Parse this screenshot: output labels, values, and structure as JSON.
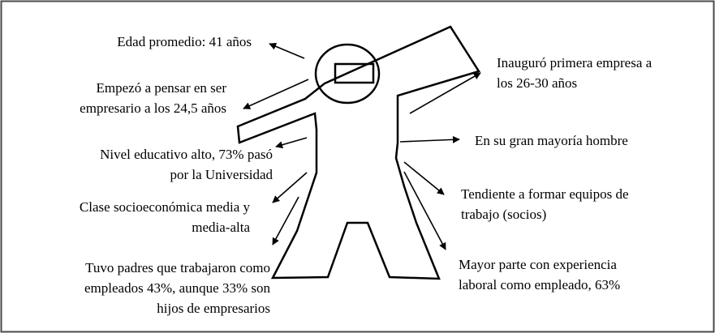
{
  "labels": {
    "edad": "Edad promedio: 41 años",
    "pensar": [
      "Empezó a pensar en ser",
      "empresario a los 24,5 años"
    ],
    "nivel": [
      "Nivel educativo alto, 73% pasó",
      "por la Universidad"
    ],
    "clase": [
      "Clase socioeconómica media y",
      "media-alta"
    ],
    "padres": [
      "Tuvo padres que trabajaron como",
      "empleados 43%, aunque 33% son",
      "hijos de empresarios"
    ],
    "inauguro": [
      "Inauguró primera empresa a",
      "los 26-30 años"
    ],
    "hombre": "En su gran mayoría hombre",
    "equipos": [
      "Tendiente a formar equipos de",
      "trabajo (socios)"
    ],
    "experiencia": [
      "Mayor parte con experiencia",
      "laboral como empleado, 63%"
    ]
  },
  "colors": {
    "ink": "#000000",
    "background": "#ffffff",
    "frame": "#4a4a4a"
  }
}
